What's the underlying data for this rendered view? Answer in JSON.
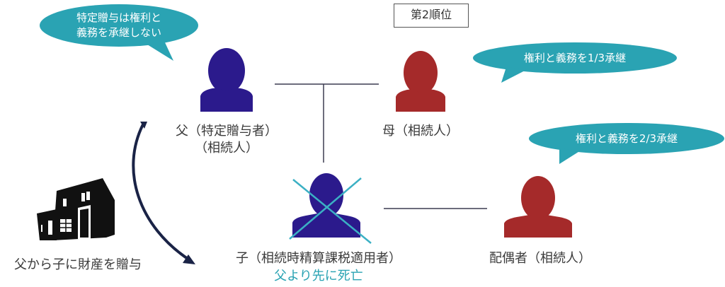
{
  "colors": {
    "father": "#2b1a8c",
    "child": "#2b1a8c",
    "mother": "#a52a2a",
    "spouse": "#a52a2a",
    "bubble": "#2aa3b3",
    "cross": "#3bb0c4",
    "line": "#3c3c50",
    "arrow": "#1a2346",
    "death_note": "#2aa3b3"
  },
  "rank_box": {
    "label": "第2順位"
  },
  "bubbles": [
    {
      "id": "father",
      "lines": [
        "特定贈与は権利と",
        "義務を承継しない"
      ]
    },
    {
      "id": "mother",
      "lines": [
        "権利と義務を1/3承継"
      ]
    },
    {
      "id": "spouse",
      "lines": [
        "権利と義務を2/3承継"
      ]
    }
  ],
  "persons": {
    "father": {
      "line1": "父（特定贈与者）",
      "line2": "（相続人）"
    },
    "mother": {
      "line1": "母（相続人）"
    },
    "child": {
      "line1": "子（相続時精算課税適用者）",
      "note": "父より先に死亡",
      "crossed": true
    },
    "spouse": {
      "line1": "配偶者（相続人）"
    }
  },
  "gift": {
    "label": "父から子に財産を贈与",
    "icon": "house-icon"
  }
}
